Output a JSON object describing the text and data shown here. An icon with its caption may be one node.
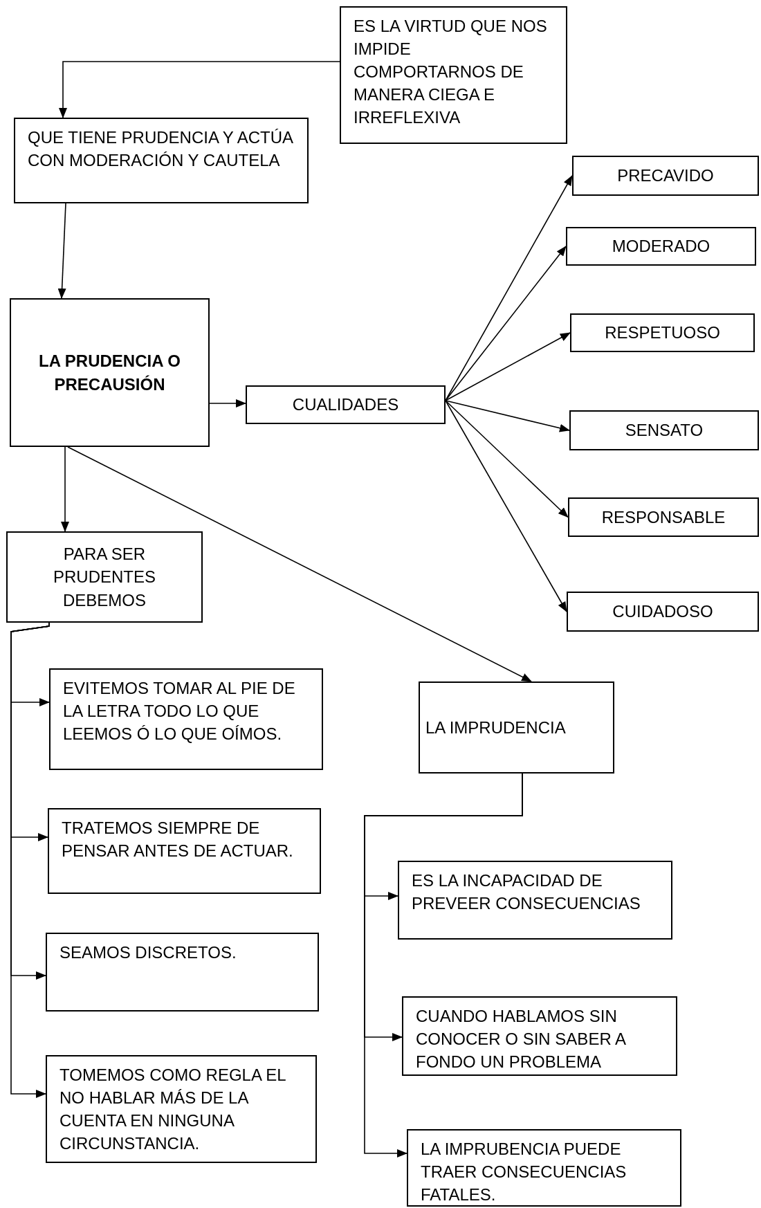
{
  "diagram": {
    "nodes": [
      {
        "text": [
          "ES LA VIRTUD QUE NOS IMPIDE COMPORTARNOS DE MANERA CIEGA E IRREFLEXIVA"
        ]
      },
      {
        "text": [
          "QUE TIENE PRUDENCIA Y ACTÚA CON MODERACIÓN Y CAUTELA"
        ]
      },
      {
        "text": [
          "LA PRUDENCIA O PRECAUSIÓN"
        ]
      },
      {
        "text": [
          "CUALIDADES"
        ]
      },
      {
        "text": [
          "PRECAVIDO"
        ]
      },
      {
        "text": [
          "MODERADO"
        ]
      },
      {
        "text": [
          "RESPETUOSO"
        ]
      },
      {
        "text": [
          "SENSATO"
        ]
      },
      {
        "text": [
          "RESPONSABLE"
        ]
      },
      {
        "text": [
          "CUIDADOSO"
        ]
      },
      {
        "text": [
          "PARA SER PRUDENTES DEBEMOS"
        ]
      },
      {
        "text": [
          "LA IMPRUDENCIA"
        ]
      },
      {
        "text": [
          "EVITEMOS TOMAR AL PIE DE LA LETRA TODO LO QUE LEEMOS Ó LO QUE OÍMOS."
        ]
      },
      {
        "text": [
          "TRATEMOS SIEMPRE DE PENSAR ANTES DE ACTUAR."
        ]
      },
      {
        "text": [
          "SEAMOS DISCRETOS."
        ]
      },
      {
        "text": [
          "TOMEMOS COMO REGLA EL NO HABLAR MÁS DE LA CUENTA EN NINGUNA CIRCUNSTANCIA."
        ]
      },
      {
        "text": [
          "ES LA INCAPACIDAD DE PREVEER CONSECUENCIAS"
        ]
      },
      {
        "text": [
          "CUANDO HABLAMOS SIN CONOCER O SIN SABER A FONDO UN PROBLEMA"
        ]
      },
      {
        "text": [
          "LA IMPRUBENCIA PUEDE TRAER CONSECUENCIAS FATALES."
        ]
      }
    ],
    "edges": [
      {
        "from": 0,
        "to": 1,
        "arrow": "to"
      },
      {
        "from": 1,
        "to": 2,
        "arrow": "to"
      },
      {
        "from": 2,
        "to": 3,
        "arrow": "to"
      },
      {
        "from": 3,
        "to": 4,
        "arrow": "to"
      },
      {
        "from": 3,
        "to": 5,
        "arrow": "to"
      },
      {
        "from": 3,
        "to": 6,
        "arrow": "to"
      },
      {
        "from": 3,
        "to": 7,
        "arrow": "to"
      },
      {
        "from": 3,
        "to": 8,
        "arrow": "to"
      },
      {
        "from": 3,
        "to": 9,
        "arrow": "to"
      },
      {
        "from": 2,
        "to": 10,
        "arrow": "to"
      },
      {
        "from": 2,
        "to": 11,
        "arrow": "to"
      },
      {
        "from": 10,
        "to": 12,
        "arrow": "to"
      },
      {
        "from": 10,
        "to": 13,
        "arrow": "to"
      },
      {
        "from": 10,
        "to": 14,
        "arrow": "to"
      },
      {
        "from": 10,
        "to": 15,
        "arrow": "to"
      },
      {
        "from": 11,
        "to": 16,
        "arrow": "to"
      },
      {
        "from": 11,
        "to": 17,
        "arrow": "to"
      },
      {
        "from": 11,
        "to": 18,
        "arrow": "to"
      }
    ]
  }
}
